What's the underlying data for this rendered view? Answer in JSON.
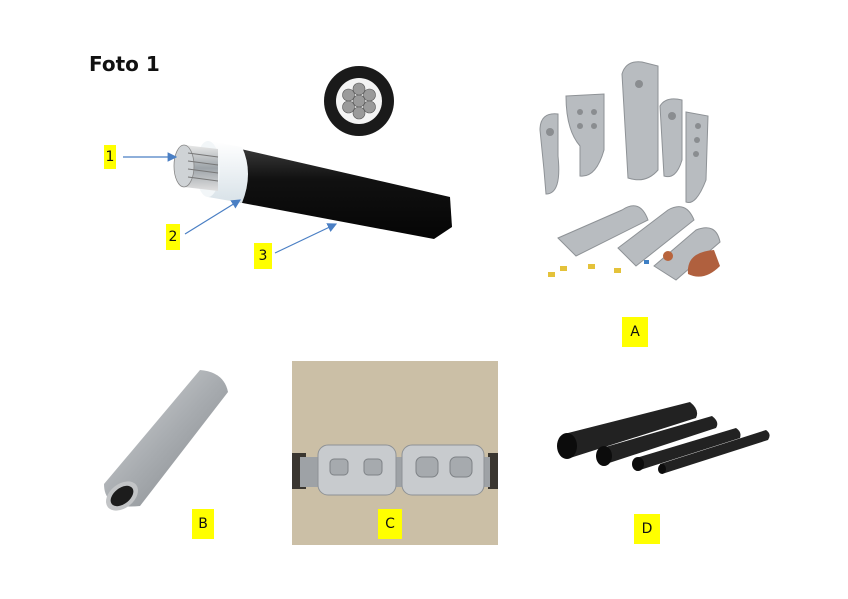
{
  "page": {
    "title": "Foto 1"
  },
  "cable": {
    "callouts": [
      {
        "label": "1",
        "part": "conductor"
      },
      {
        "label": "2",
        "part": "insulation"
      },
      {
        "label": "3",
        "part": "outer-sheath"
      }
    ],
    "arrow_color": "#4a7fc4"
  },
  "photos": [
    {
      "label": "A",
      "subject": "cable lugs / terminals"
    },
    {
      "label": "B",
      "subject": "aluminium splice sleeve"
    },
    {
      "label": "C",
      "subject": "crimped connector on cable"
    },
    {
      "label": "D",
      "subject": "heat-shrink tubes"
    }
  ],
  "colors": {
    "label_bg": "#ffff00",
    "sheath": "#1a1a1a",
    "metal": "#b9bcc0"
  }
}
